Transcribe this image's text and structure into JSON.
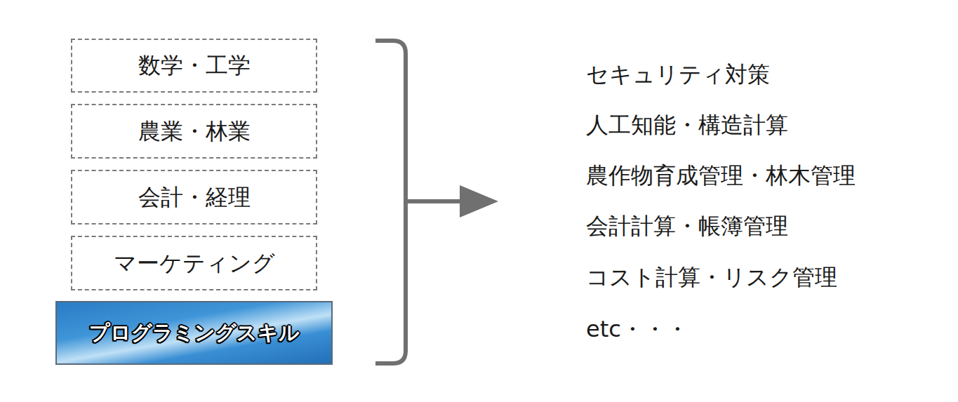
{
  "diagram": {
    "nodes": [
      {
        "text": [
          "数学・工学"
        ]
      },
      {
        "text": [
          "農業・林業"
        ]
      },
      {
        "text": [
          "会計・経理"
        ]
      },
      {
        "text": [
          "マーケティング"
        ]
      },
      {
        "text": [
          "プログラミングスキル"
        ]
      }
    ],
    "labels": [
      "セキュリティ対策",
      "人工知能・構造計算",
      "農作物育成管理・林木管理",
      "会計計算・帳簿管理",
      "コスト計算・リスク管理",
      "etc・・・"
    ]
  }
}
